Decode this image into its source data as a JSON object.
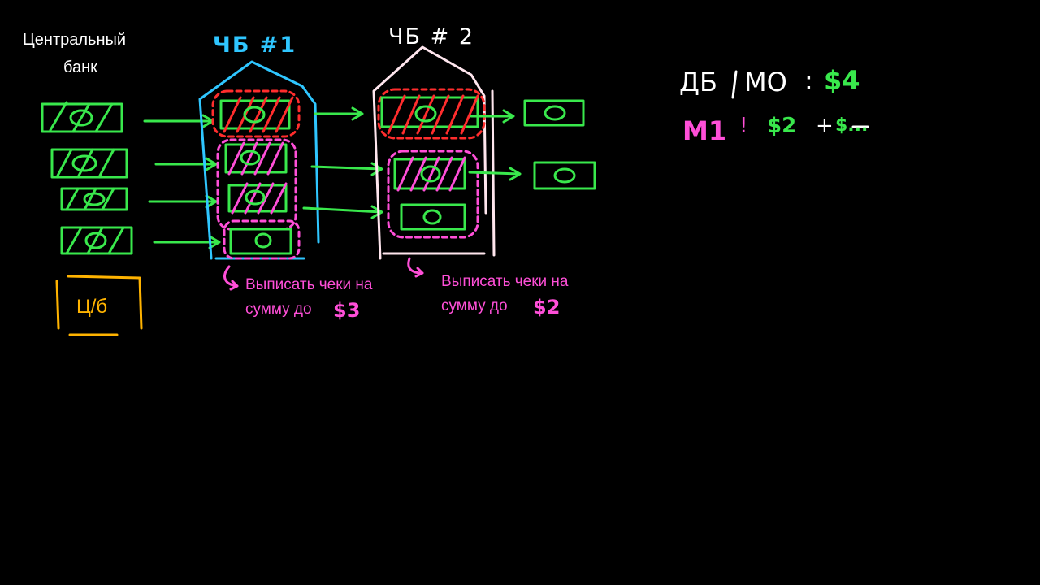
{
  "colors": {
    "background": "#000000",
    "white": "#ffffff",
    "green": "#39e84c",
    "blue": "#2fc6ff",
    "pink": "#ff4fd8",
    "red": "#ff2d2d",
    "orange": "#ffb300"
  },
  "central_bank": {
    "line1": "Центральный",
    "line2": "банк",
    "box_label": "Ц/б"
  },
  "bank1": {
    "label": "ЧБ #1",
    "note_line1": "Выписать чеки на",
    "note_line2": "сумму до",
    "note_amount": "$3"
  },
  "bank2": {
    "label": "ЧБ # 2",
    "note_line1": "Выписать чеки на",
    "note_line2": "сумму до",
    "note_amount": "$2"
  },
  "bill_symbol": "0",
  "summary": {
    "base_label": "ДБ",
    "base_sep": "/",
    "base_label2": "МО",
    "base_colon": ":",
    "base_value": "$4",
    "m1_label": "M1",
    "m1_colon": "!",
    "m1_value1": "$2",
    "m1_plus": "+",
    "m1_value2": "$..."
  }
}
